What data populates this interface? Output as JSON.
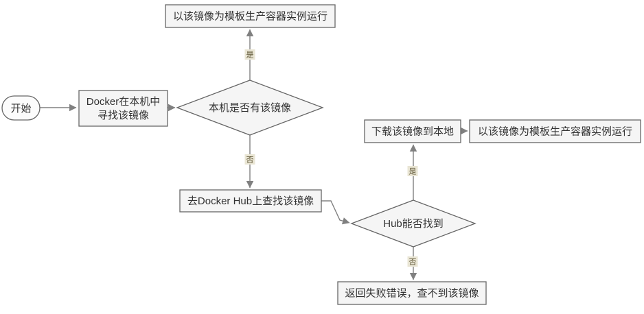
{
  "diagram": {
    "type": "flowchart",
    "subject": "docker-image-lookup-flow",
    "background": "#ffffff",
    "colors": {
      "shape_fill": "#f5f5f5",
      "shape_stroke": "#666666",
      "node_text": "#333333",
      "connector": "#808080",
      "edge_label_text": "#5d5433",
      "edge_label_bg": "#e9e5d4"
    },
    "nodes": {
      "start": {
        "type": "terminator",
        "label": "开始"
      },
      "find_local": {
        "type": "process",
        "label": "Docker在本机中寻找该镜像",
        "line1": "Docker在本机中",
        "line2": "寻找该镜像"
      },
      "has_image_decision": {
        "type": "decision",
        "label": "本机是否有该镜像"
      },
      "run_container_top": {
        "type": "process",
        "label": "以该镜像为模板生产容器实例运行"
      },
      "search_hub": {
        "type": "process",
        "label": "去Docker Hub上查找该镜像"
      },
      "hub_found_decision": {
        "type": "decision",
        "label": "Hub能否找到"
      },
      "download_image": {
        "type": "process",
        "label": "下载该镜像到本地"
      },
      "run_container_right": {
        "type": "process",
        "label": "以该镜像为模板生产容器实例运行"
      },
      "return_error": {
        "type": "process",
        "label": "返回失败错误，查不到该镜像"
      }
    },
    "edges": {
      "yes_to_run_top": {
        "label": "是"
      },
      "no_to_search_hub": {
        "label": "否"
      },
      "yes_to_download": {
        "label": "是"
      },
      "no_to_error": {
        "label": "否"
      }
    }
  }
}
